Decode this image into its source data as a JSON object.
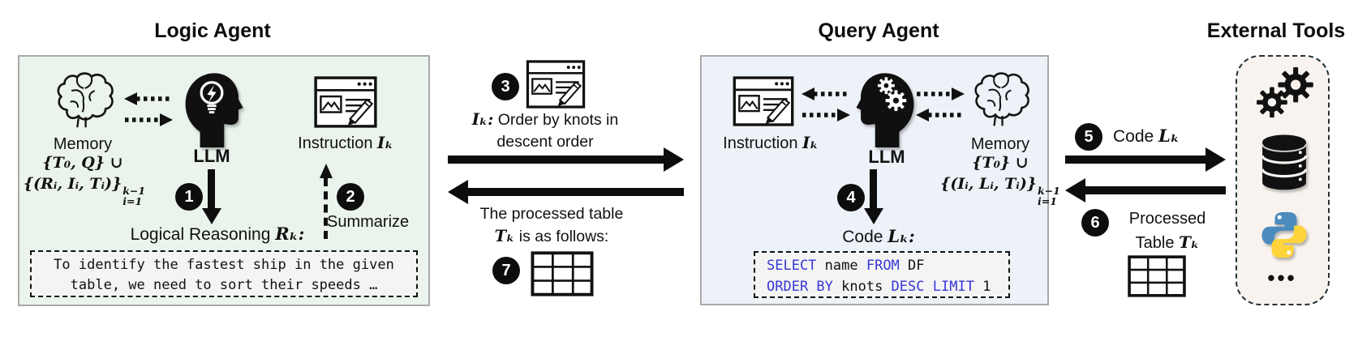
{
  "titles": {
    "logic": "Logic Agent",
    "query": "Query Agent",
    "tools": "External Tools"
  },
  "logic_agent": {
    "memory_label": "Memory",
    "memory_math1": "{T₀, Q} ∪",
    "memory_math2_main": "{(Rᵢ, Iᵢ, Tᵢ)}",
    "memory_math2_sup": "k−1",
    "memory_math2_sub": "i=1",
    "llm_label": "LLM",
    "instruction_text": "Instruction ",
    "instruction_math": "Iₖ",
    "step1": "1",
    "step2": "2",
    "summarize_label": "Summarize",
    "reasoning_text": "Logical Reasoning ",
    "reasoning_math": "Rₖ:",
    "reasoning_line1": "To identify the fastest ship in the given",
    "reasoning_line2": "table, we need to sort their speeds …"
  },
  "flow_mid": {
    "step3": "3",
    "instr_math": "Iₖ:",
    "instr_text": " Order by knots in",
    "instr_line2": "descent order",
    "ret_line1": "The processed table",
    "ret_math": "Tₖ",
    "ret_text": " is as follows:",
    "step7": "7"
  },
  "query_agent": {
    "instruction_text": "Instruction ",
    "instruction_math": "Iₖ",
    "llm_label": "LLM",
    "memory_label": "Memory",
    "memory_math1": "{T₀} ∪",
    "memory_math2_main": "{(Iᵢ, Lᵢ, Tᵢ)}",
    "memory_math2_sup": "k−1",
    "memory_math2_sub": "i=1",
    "step4": "4",
    "code_text": "Code ",
    "code_math": "Lₖ:",
    "code_lines": [
      [
        {
          "t": "SELECT",
          "k": true
        },
        {
          "t": " name ",
          "k": false
        },
        {
          "t": "FROM",
          "k": true
        },
        {
          "t": " DF",
          "k": false
        }
      ],
      [
        {
          "t": "ORDER BY",
          "k": true
        },
        {
          "t": " knots ",
          "k": false
        },
        {
          "t": "DESC",
          "k": true
        },
        {
          "t": " ",
          "k": false
        },
        {
          "t": "LIMIT",
          "k": true
        },
        {
          "t": " 1",
          "k": false
        }
      ]
    ]
  },
  "flow_right": {
    "step5": "5",
    "code_text": "Code ",
    "code_math": "Lₖ",
    "step6": "6",
    "proc_line1": "Processed",
    "proc_line2_text": "Table ",
    "proc_line2_math": "Tₖ"
  },
  "tools": {
    "ellipsis": "•••"
  },
  "colors": {
    "sql_keyword": "#3737d8",
    "logic_bg": "#eaf4ec",
    "query_bg": "#edf2f8",
    "tools_bg": "#f8f3ee",
    "python_blue": "#4B8BBE",
    "python_yellow": "#FFD43B"
  }
}
